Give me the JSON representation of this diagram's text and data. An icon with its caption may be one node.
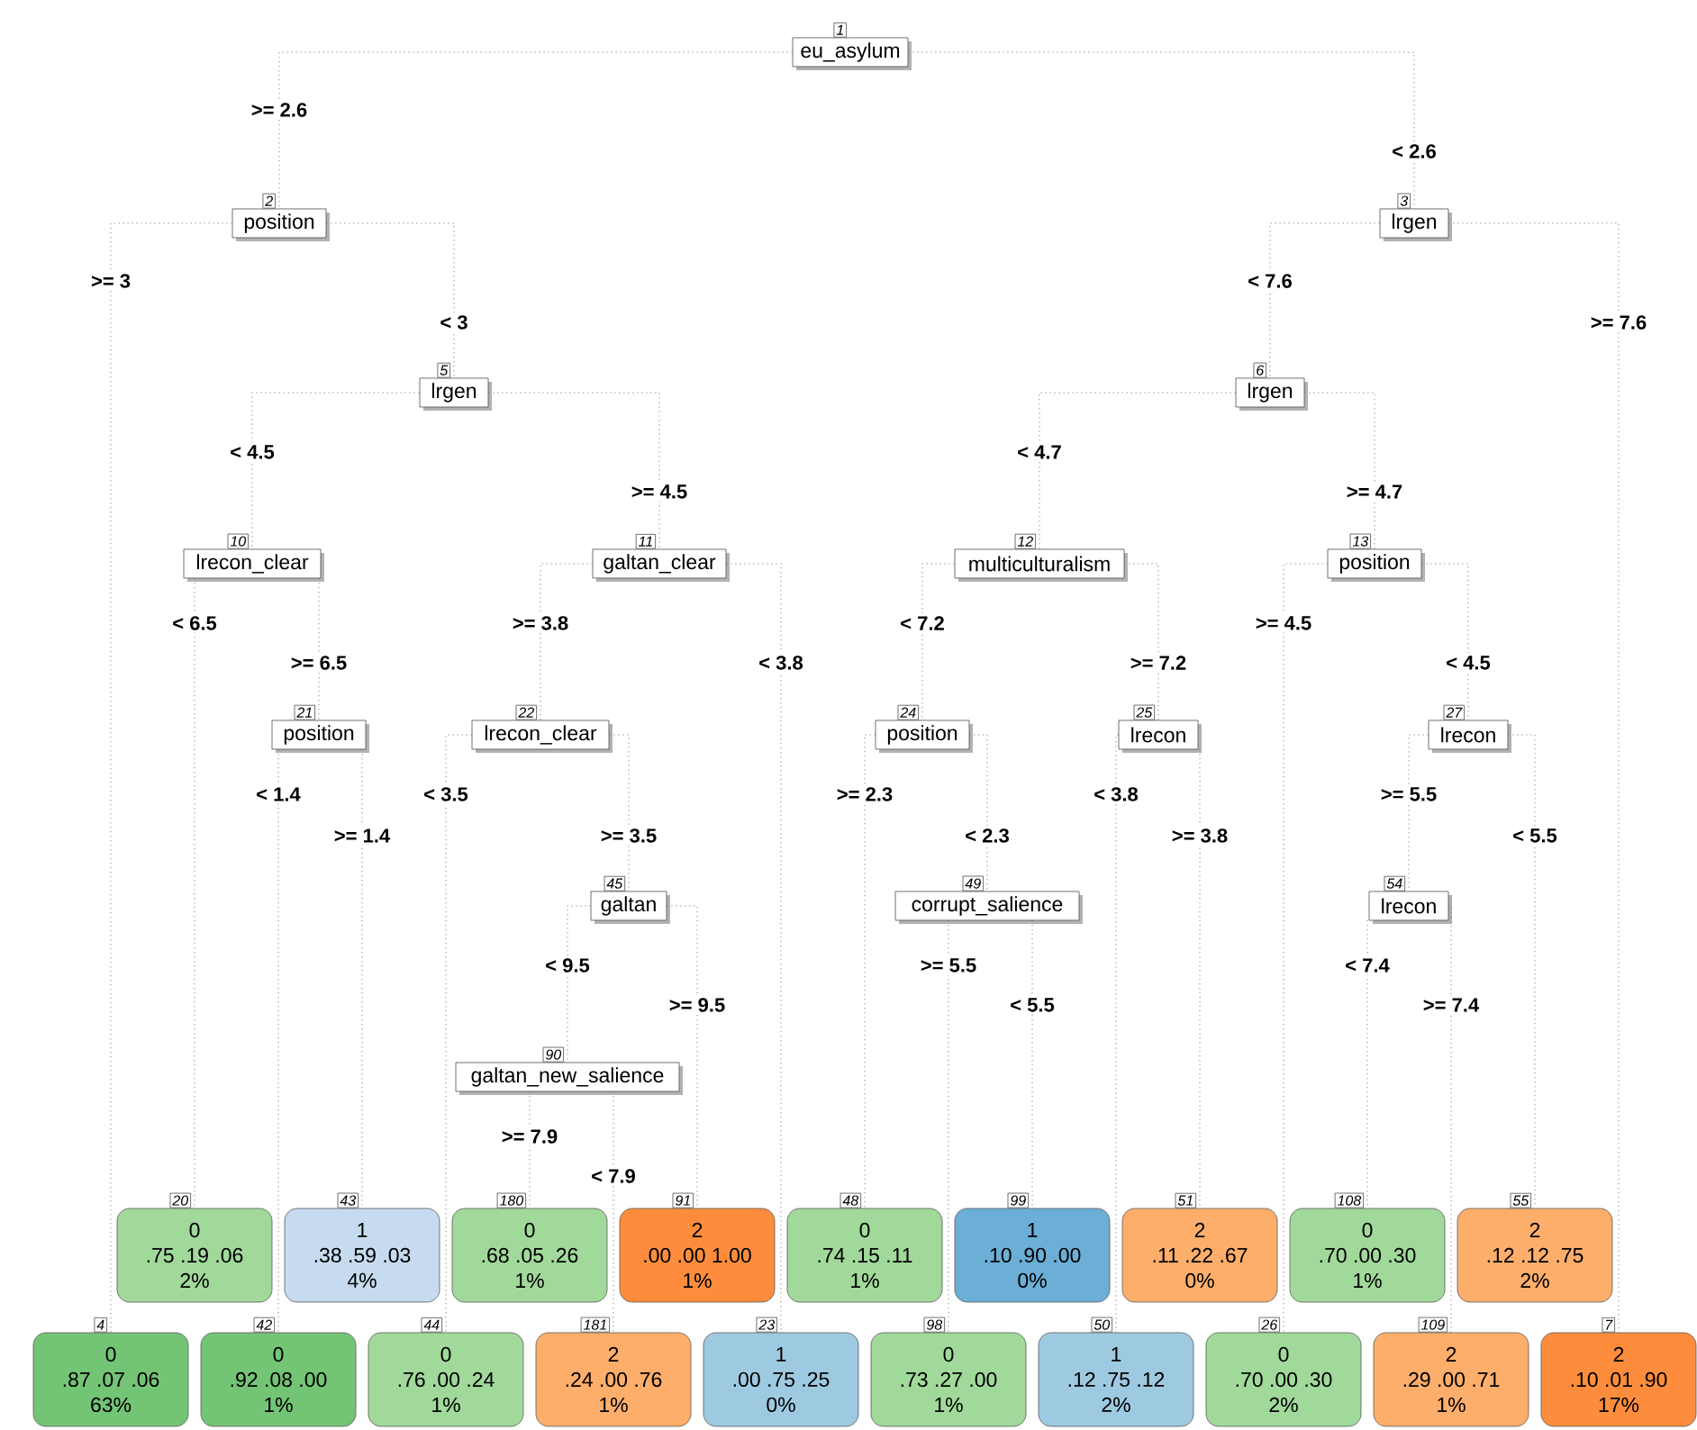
{
  "diagram": {
    "nodes": [
      {
        "text": [
          "eu_asylum"
        ],
        "beside": [
          "1"
        ]
      },
      {
        "text": [
          "position"
        ],
        "beside": [
          "2"
        ]
      },
      {
        "text": [
          "lrgen"
        ],
        "beside": [
          "3"
        ]
      },
      {
        "text": [
          "lrgen"
        ],
        "beside": [
          "5"
        ]
      },
      {
        "text": [
          "lrgen"
        ],
        "beside": [
          "6"
        ]
      },
      {
        "text": [
          "lrecon_clear"
        ],
        "beside": [
          "10"
        ]
      },
      {
        "text": [
          "galtan_clear"
        ],
        "beside": [
          "11"
        ]
      },
      {
        "text": [
          "multiculturalism"
        ],
        "beside": [
          "12"
        ]
      },
      {
        "text": [
          "position"
        ],
        "beside": [
          "13"
        ]
      },
      {
        "text": [
          "position"
        ],
        "beside": [
          "21"
        ]
      },
      {
        "text": [
          "lrecon_clear"
        ],
        "beside": [
          "22"
        ]
      },
      {
        "text": [
          "position"
        ],
        "beside": [
          "24"
        ]
      },
      {
        "text": [
          "lrecon"
        ],
        "beside": [
          "25"
        ]
      },
      {
        "text": [
          "lrecon"
        ],
        "beside": [
          "27"
        ]
      },
      {
        "text": [
          "galtan"
        ],
        "beside": [
          "45"
        ]
      },
      {
        "text": [
          "corrupt_salience"
        ],
        "beside": [
          "49"
        ]
      },
      {
        "text": [
          "lrecon"
        ],
        "beside": [
          "54"
        ]
      },
      {
        "text": [
          "galtan_new_salience"
        ],
        "beside": [
          "90"
        ]
      },
      {
        "text": [
          "0",
          ".75 .19 .06",
          "2%"
        ],
        "beside": [
          "20"
        ]
      },
      {
        "text": [
          "1",
          ".38 .59 .03",
          "4%"
        ],
        "beside": [
          "43"
        ]
      },
      {
        "text": [
          "0",
          ".68 .05 .26",
          "1%"
        ],
        "beside": [
          "180"
        ]
      },
      {
        "text": [
          "2",
          ".00 .00 1.00",
          "1%"
        ],
        "beside": [
          "91"
        ]
      },
      {
        "text": [
          "0",
          ".74 .15 .11",
          "1%"
        ],
        "beside": [
          "48"
        ]
      },
      {
        "text": [
          "1",
          ".10 .90 .00",
          "0%"
        ],
        "beside": [
          "99"
        ]
      },
      {
        "text": [
          "2",
          ".11 .22 .67",
          "0%"
        ],
        "beside": [
          "51"
        ]
      },
      {
        "text": [
          "0",
          ".70 .00 .30",
          "1%"
        ],
        "beside": [
          "108"
        ]
      },
      {
        "text": [
          "2",
          ".12 .12 .75",
          "2%"
        ],
        "beside": [
          "55"
        ]
      },
      {
        "text": [
          "0",
          ".87 .07 .06",
          "63%"
        ],
        "beside": [
          "4"
        ]
      },
      {
        "text": [
          "0",
          ".92 .08 .00",
          "1%"
        ],
        "beside": [
          "42"
        ]
      },
      {
        "text": [
          "0",
          ".76 .00 .24",
          "1%"
        ],
        "beside": [
          "44"
        ]
      },
      {
        "text": [
          "2",
          ".24 .00 .76",
          "1%"
        ],
        "beside": [
          "181"
        ]
      },
      {
        "text": [
          "1",
          ".00 .75 .25",
          "0%"
        ],
        "beside": [
          "23"
        ]
      },
      {
        "text": [
          "0",
          ".73 .27 .00",
          "1%"
        ],
        "beside": [
          "98"
        ]
      },
      {
        "text": [
          "1",
          ".12 .75 .12",
          "2%"
        ],
        "beside": [
          "50"
        ]
      },
      {
        "text": [
          "0",
          ".70 .00 .30",
          "2%"
        ],
        "beside": [
          "26"
        ]
      },
      {
        "text": [
          "2",
          ".29 .00 .71",
          "1%"
        ],
        "beside": [
          "109"
        ]
      },
      {
        "text": [
          "2",
          ".10 .01 .90",
          "17%"
        ],
        "beside": [
          "7"
        ]
      }
    ],
    "edges": [
      {
        "from": 0,
        "to": 1,
        "arrow": "none",
        "label": ">= 2.6"
      },
      {
        "from": 0,
        "to": 2,
        "arrow": "none",
        "label": "< 2.6"
      },
      {
        "from": 1,
        "to": 27,
        "arrow": "none",
        "label": ">= 3"
      },
      {
        "from": 1,
        "to": 3,
        "arrow": "none",
        "label": "< 3"
      },
      {
        "from": 3,
        "to": 5,
        "arrow": "none",
        "label": "< 4.5"
      },
      {
        "from": 3,
        "to": 6,
        "arrow": "none",
        "label": ">= 4.5"
      },
      {
        "from": 5,
        "to": 18,
        "arrow": "none",
        "label": "< 6.5"
      },
      {
        "from": 5,
        "to": 9,
        "arrow": "none",
        "label": ">= 6.5"
      },
      {
        "from": 9,
        "to": 28,
        "arrow": "none",
        "label": "< 1.4"
      },
      {
        "from": 9,
        "to": 19,
        "arrow": "none",
        "label": ">= 1.4"
      },
      {
        "from": 6,
        "to": 10,
        "arrow": "none",
        "label": ">= 3.8"
      },
      {
        "from": 6,
        "to": 31,
        "arrow": "none",
        "label": "< 3.8"
      },
      {
        "from": 10,
        "to": 29,
        "arrow": "none",
        "label": "< 3.5"
      },
      {
        "from": 10,
        "to": 14,
        "arrow": "none",
        "label": ">= 3.5"
      },
      {
        "from": 14,
        "to": 17,
        "arrow": "none",
        "label": "< 9.5"
      },
      {
        "from": 14,
        "to": 21,
        "arrow": "none",
        "label": ">= 9.5"
      },
      {
        "from": 17,
        "to": 20,
        "arrow": "none",
        "label": ">= 7.9"
      },
      {
        "from": 17,
        "to": 30,
        "arrow": "none",
        "label": "< 7.9"
      },
      {
        "from": 2,
        "to": 4,
        "arrow": "none",
        "label": "< 7.6"
      },
      {
        "from": 2,
        "to": 36,
        "arrow": "none",
        "label": ">= 7.6"
      },
      {
        "from": 4,
        "to": 7,
        "arrow": "none",
        "label": "< 4.7"
      },
      {
        "from": 4,
        "to": 8,
        "arrow": "none",
        "label": ">= 4.7"
      },
      {
        "from": 7,
        "to": 11,
        "arrow": "none",
        "label": "< 7.2"
      },
      {
        "from": 7,
        "to": 12,
        "arrow": "none",
        "label": ">= 7.2"
      },
      {
        "from": 11,
        "to": 22,
        "arrow": "none",
        "label": ">= 2.3"
      },
      {
        "from": 11,
        "to": 15,
        "arrow": "none",
        "label": "< 2.3"
      },
      {
        "from": 15,
        "to": 32,
        "arrow": "none",
        "label": ">= 5.5"
      },
      {
        "from": 15,
        "to": 23,
        "arrow": "none",
        "label": "< 5.5"
      },
      {
        "from": 12,
        "to": 33,
        "arrow": "none",
        "label": "< 3.8"
      },
      {
        "from": 12,
        "to": 24,
        "arrow": "none",
        "label": ">= 3.8"
      },
      {
        "from": 8,
        "to": 34,
        "arrow": "none",
        "label": ">= 4.5"
      },
      {
        "from": 8,
        "to": 13,
        "arrow": "none",
        "label": "< 4.5"
      },
      {
        "from": 13,
        "to": 16,
        "arrow": "none",
        "label": ">= 5.5"
      },
      {
        "from": 13,
        "to": 26,
        "arrow": "none",
        "label": "< 5.5"
      },
      {
        "from": 16,
        "to": 25,
        "arrow": "none",
        "label": "< 7.4"
      },
      {
        "from": 16,
        "to": 35,
        "arrow": "none",
        "label": ">= 7.4"
      }
    ]
  }
}
